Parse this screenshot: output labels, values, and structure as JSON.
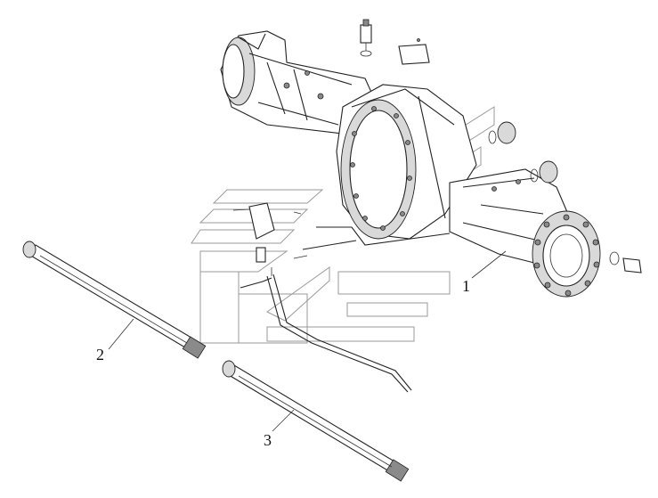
{
  "diagram": {
    "callouts": [
      {
        "id": "1",
        "label": "1"
      },
      {
        "id": "2",
        "label": "2"
      },
      {
        "id": "3",
        "label": "3"
      }
    ],
    "parts": {
      "axle_housing": "axle-housing",
      "half_shaft_2": "half-shaft",
      "half_shaft_3": "half-shaft",
      "breather": "breather-valve",
      "cover_plate": "cover-plate",
      "brake_tube": "brake-tube"
    }
  }
}
